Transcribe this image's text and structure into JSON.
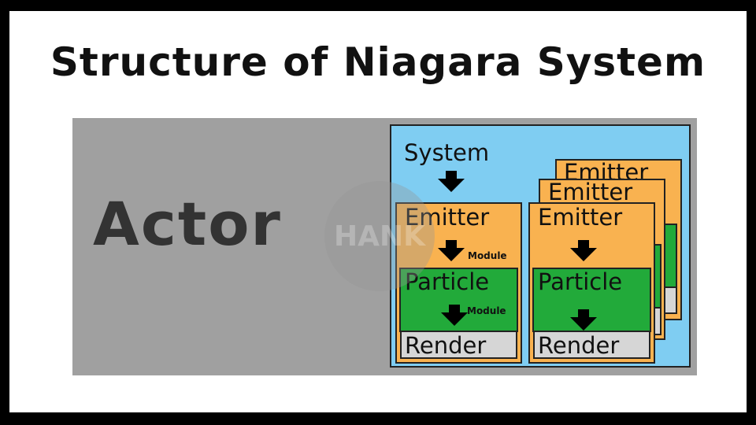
{
  "title": "Structure of Niagara System",
  "actor": {
    "label": "Actor"
  },
  "system": {
    "label": "System"
  },
  "emitters": [
    {
      "label": "Emitter",
      "particle": "Particle",
      "render": "Render",
      "module_labels": [
        "Module",
        "Module"
      ]
    },
    {
      "label": "Emitter",
      "particle": "Particle",
      "render": "Render"
    }
  ],
  "stacked_emitters": [
    {
      "label": "Emitter"
    },
    {
      "label": "Emitter"
    }
  ],
  "watermark": {
    "text": "HANK"
  },
  "colors": {
    "actor": "#a0a0a0",
    "system": "#7fcdf2",
    "emitter": "#f9b250",
    "particle": "#22aa3a",
    "render": "#d6d6d6"
  }
}
